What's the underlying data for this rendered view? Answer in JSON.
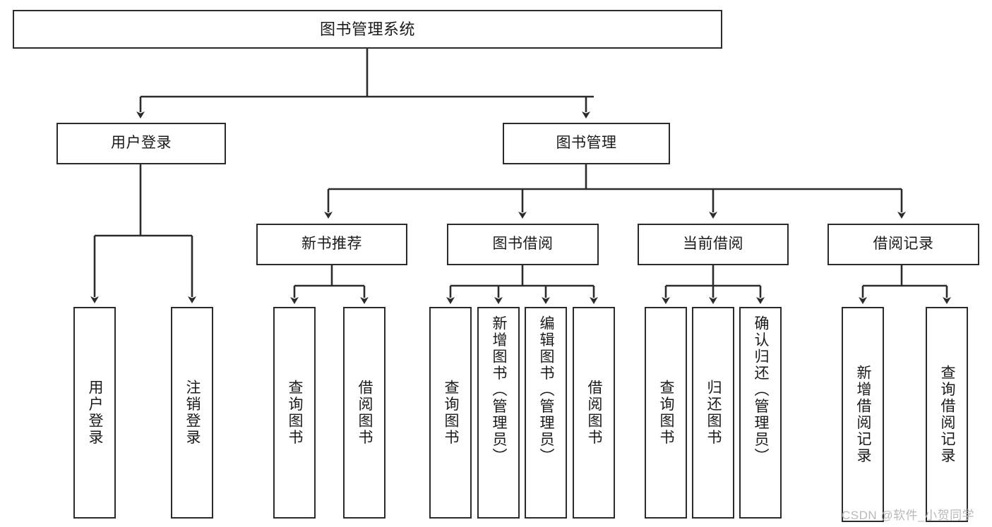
{
  "diagram": {
    "title": "图书管理系统",
    "type": "tree",
    "watermark": "CSDN @软件_小贺同学",
    "colors": {
      "box_border": "#2b2b2b",
      "box_fill": "#ffffff",
      "edge": "#2b2b2b",
      "text": "#1a1a1a",
      "watermark": "#b9b9b9",
      "background": "#ffffff"
    },
    "nodes": {
      "root": {
        "label": "图书管理系统"
      },
      "level2": [
        {
          "id": "user-login",
          "label": "用户登录"
        },
        {
          "id": "book-manage",
          "label": "图书管理"
        }
      ],
      "level3": [
        {
          "id": "new-book-recommend",
          "label": "新书推荐"
        },
        {
          "id": "book-borrow",
          "label": "图书借阅"
        },
        {
          "id": "current-borrow",
          "label": "当前借阅"
        },
        {
          "id": "borrow-record",
          "label": "借阅记录"
        }
      ],
      "leaves": {
        "user-login": [
          {
            "id": "leaf-user-login",
            "label": "用户登录"
          },
          {
            "id": "leaf-user-logout",
            "label": "注销登录"
          }
        ],
        "new-book-recommend": [
          {
            "id": "leaf-query-book-1",
            "label": "查询图书"
          },
          {
            "id": "leaf-borrow-book-1",
            "label": "借阅图书"
          }
        ],
        "book-borrow": [
          {
            "id": "leaf-query-book-2",
            "label": "查询图书"
          },
          {
            "id": "leaf-add-book",
            "label": "新增图书（管理员）"
          },
          {
            "id": "leaf-edit-book",
            "label": "编辑图书（管理员）"
          },
          {
            "id": "leaf-borrow-book-2",
            "label": "借阅图书"
          }
        ],
        "current-borrow": [
          {
            "id": "leaf-query-book-3",
            "label": "查询图书"
          },
          {
            "id": "leaf-return-book",
            "label": "归还图书"
          },
          {
            "id": "leaf-confirm-return",
            "label": "确认归还（管理员）"
          }
        ],
        "borrow-record": [
          {
            "id": "leaf-add-record",
            "label": "新增借阅记录"
          },
          {
            "id": "leaf-query-record",
            "label": "查询借阅记录"
          }
        ]
      }
    }
  }
}
